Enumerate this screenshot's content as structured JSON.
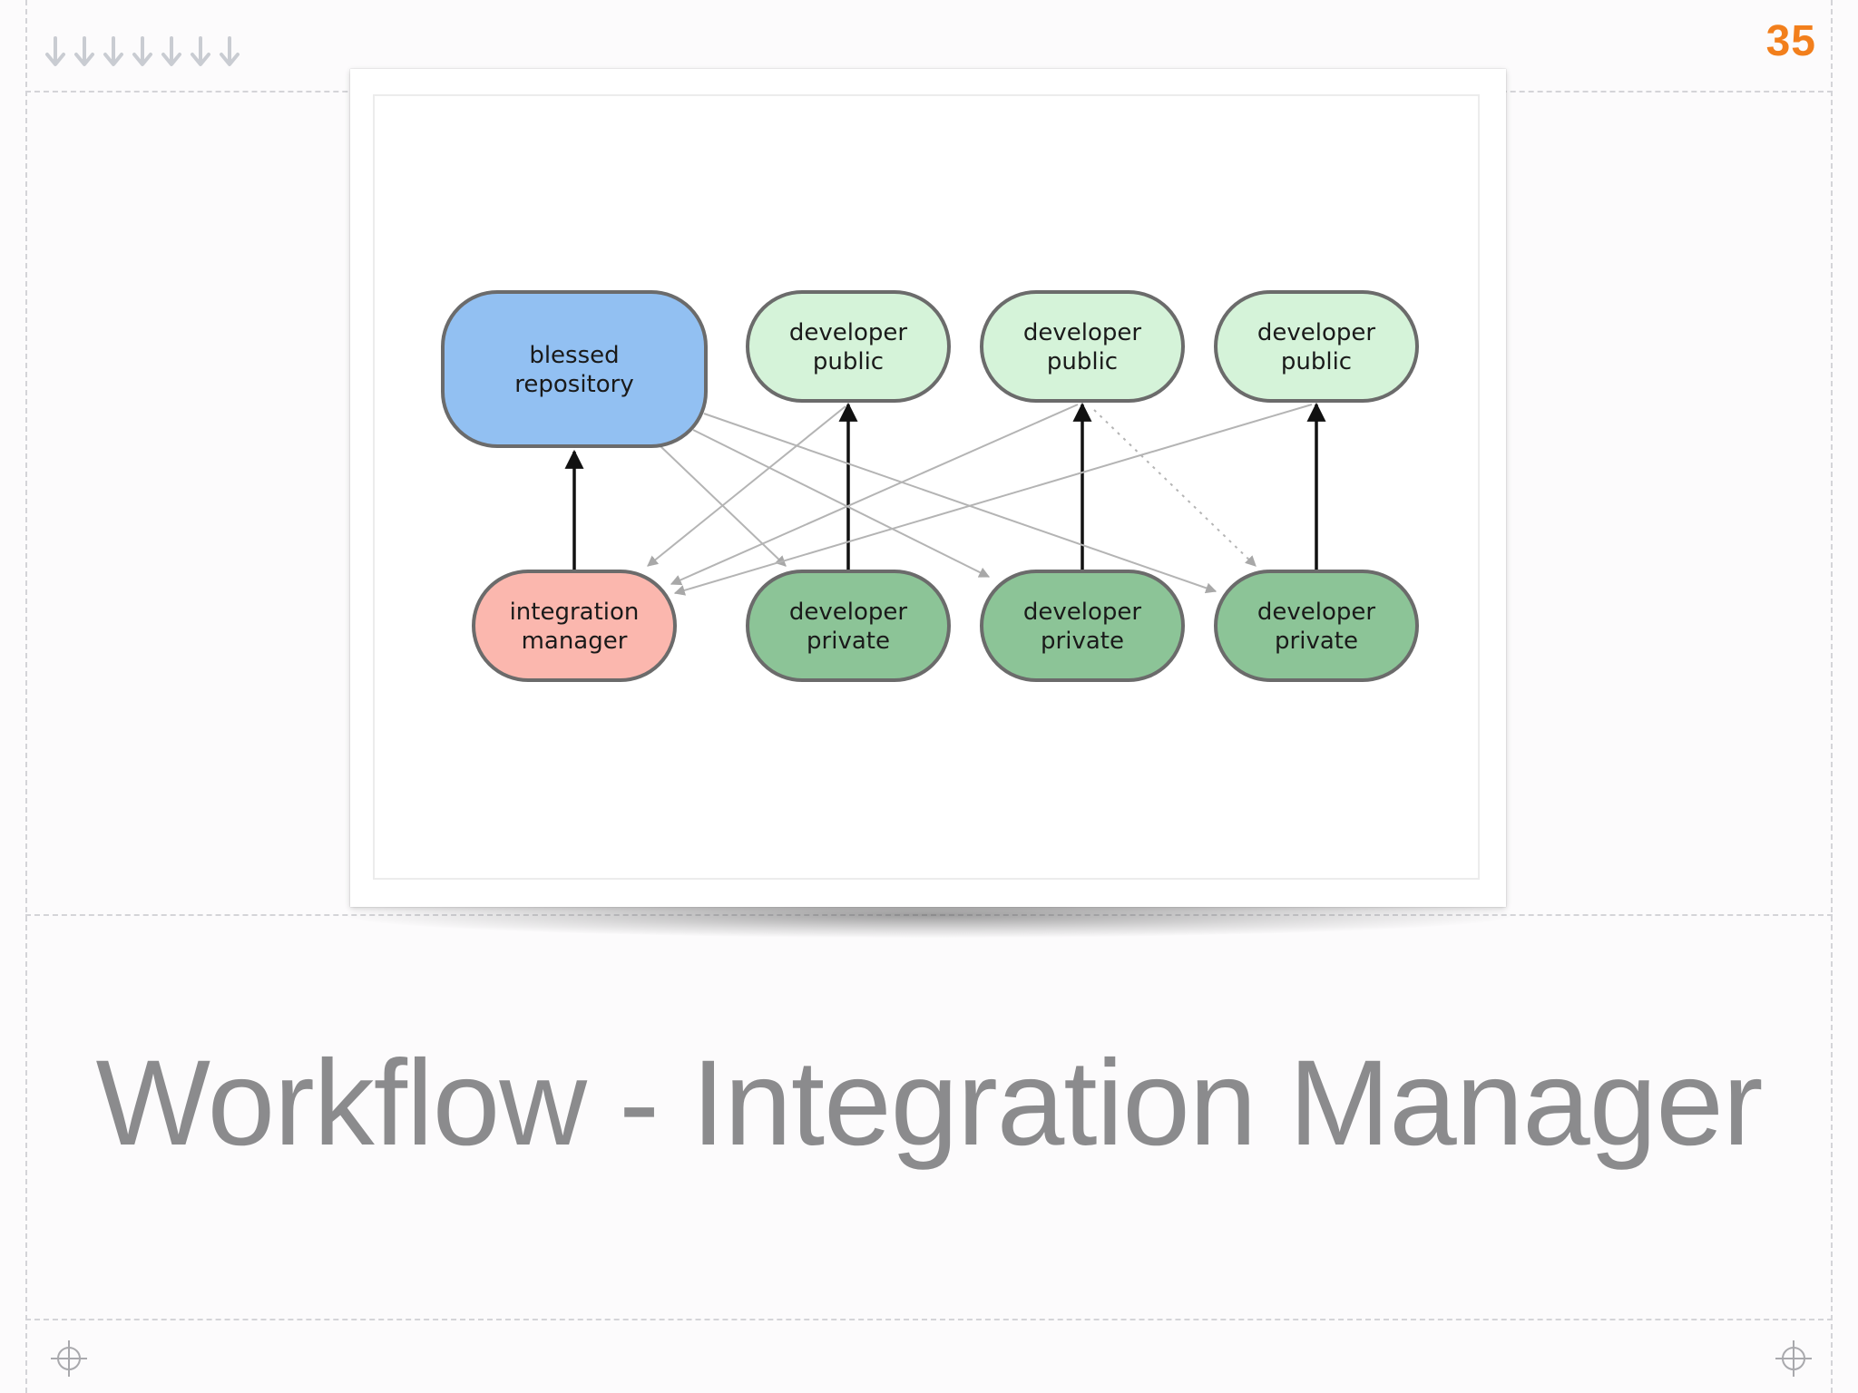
{
  "slide": {
    "number": "35",
    "title": "Workflow - Integration Manager",
    "accent_color": "#f27f1c",
    "title_color": "#8b8b8d"
  },
  "diagram": {
    "nodes": [
      {
        "id": "blessed",
        "lines": [
          "blessed",
          "repository"
        ],
        "fill": "#92c0f2"
      },
      {
        "id": "pub1",
        "lines": [
          "developer",
          "public"
        ],
        "fill": "#d5f3d9"
      },
      {
        "id": "pub2",
        "lines": [
          "developer",
          "public"
        ],
        "fill": "#d5f3d9"
      },
      {
        "id": "pub3",
        "lines": [
          "developer",
          "public"
        ],
        "fill": "#d5f3d9"
      },
      {
        "id": "integ",
        "lines": [
          "integration",
          "manager"
        ],
        "fill": "#fbb7ae"
      },
      {
        "id": "priv1",
        "lines": [
          "developer",
          "private"
        ],
        "fill": "#8cc497"
      },
      {
        "id": "priv2",
        "lines": [
          "developer",
          "private"
        ],
        "fill": "#8cc497"
      },
      {
        "id": "priv3",
        "lines": [
          "developer",
          "private"
        ],
        "fill": "#8cc497"
      }
    ],
    "edges": [
      {
        "from": "integ",
        "to": "blessed",
        "style": "push"
      },
      {
        "from": "priv1",
        "to": "pub1",
        "style": "push"
      },
      {
        "from": "priv2",
        "to": "pub2",
        "style": "push"
      },
      {
        "from": "priv3",
        "to": "pub3",
        "style": "push"
      },
      {
        "from": "blessed",
        "to": "priv1",
        "style": "pull"
      },
      {
        "from": "blessed",
        "to": "priv2",
        "style": "pull"
      },
      {
        "from": "blessed",
        "to": "priv3",
        "style": "pull"
      },
      {
        "from": "pub1",
        "to": "integ",
        "style": "pull"
      },
      {
        "from": "pub2",
        "to": "integ",
        "style": "pull"
      },
      {
        "from": "pub3",
        "to": "integ",
        "style": "pull"
      },
      {
        "from": "pub2",
        "to": "priv3",
        "style": "dotted"
      }
    ]
  },
  "decorations": {
    "header_arrow_icons": 7,
    "corner_icons": [
      "crosshair-icon",
      "crosshair-icon"
    ]
  }
}
